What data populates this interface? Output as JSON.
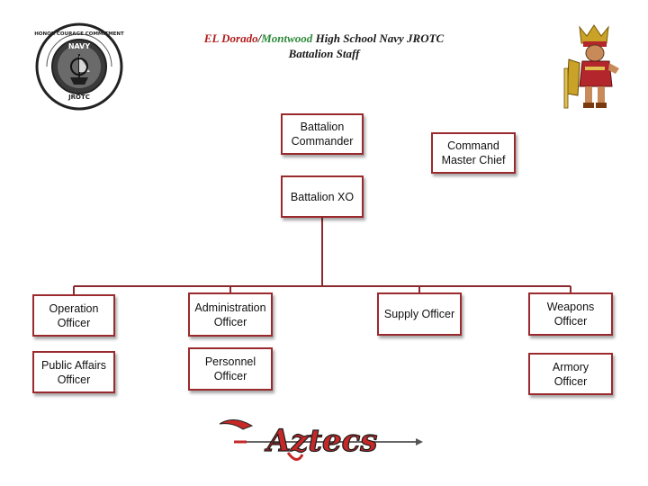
{
  "header": {
    "school_red": "EL Dorado",
    "slash": "/",
    "school_green": "Montwood",
    "rest": " High School Navy JROTC",
    "subtitle": "Battalion Staff"
  },
  "navy_emblem": {
    "ring_text": "HONOR COURAGE COMMITMENT",
    "top_text": "NAVY",
    "bottom_text": "JROTC"
  },
  "aztecs_banner": {
    "text": "Aztecs"
  },
  "org": {
    "battalion_commander": "Battalion\nCommander",
    "command_master_chief": "Command\nMaster Chief",
    "battalion_xo": "Battalion XO",
    "operation_officer": "Operation\nOfficer",
    "administration_officer": "Administration\nOfficer",
    "supply_officer": "Supply Officer",
    "weapons_officer": "Weapons\nOfficer",
    "public_affairs_officer": "Public Affairs\nOfficer",
    "personnel_officer": "Personnel\nOfficer",
    "armory_officer": "Armory\nOfficer"
  },
  "colors": {
    "box_border": "#9b2a2e",
    "title_red": "#b01f1f",
    "title_green": "#2f8a3a"
  }
}
